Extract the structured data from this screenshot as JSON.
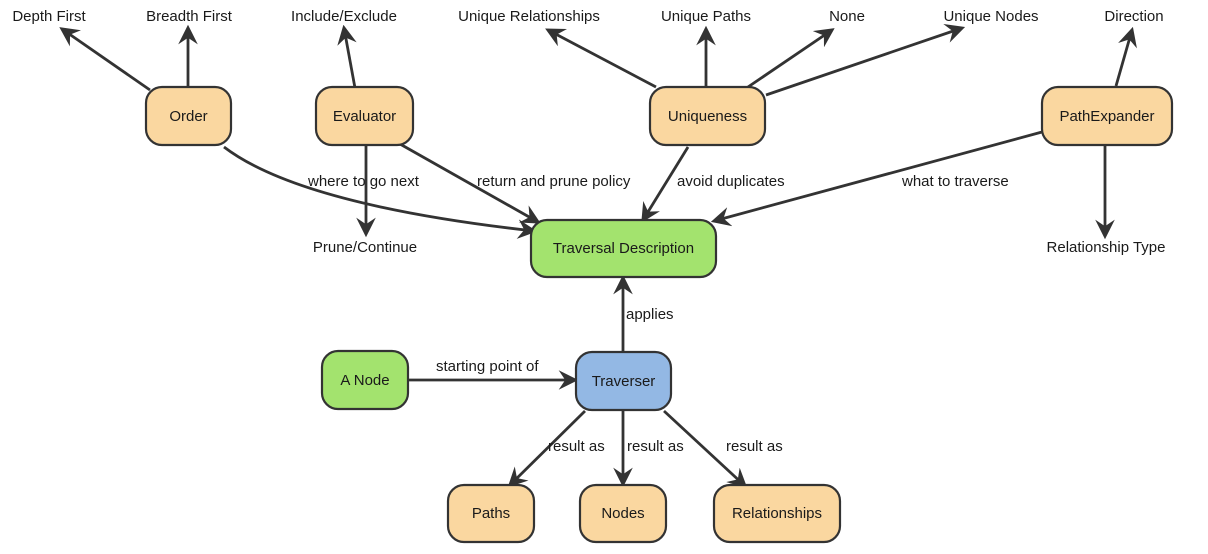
{
  "colors": {
    "orange_node": "#fad7a0",
    "green_node": "#a3e36e",
    "blue_node": "#93b8e4",
    "stroke": "#333333"
  },
  "nodes": {
    "order": "Order",
    "evaluator": "Evaluator",
    "uniqueness": "Uniqueness",
    "path_expander": "PathExpander",
    "traversal_description": "Traversal Description",
    "a_node": "A Node",
    "traverser": "Traverser",
    "paths": "Paths",
    "nodes": "Nodes",
    "relationships": "Relationships"
  },
  "leaves": {
    "depth_first": "Depth First",
    "breadth_first": "Breadth First",
    "include_exclude": "Include/Exclude",
    "unique_relationships": "Unique Relationships",
    "unique_paths": "Unique Paths",
    "none": "None",
    "unique_nodes": "Unique Nodes",
    "direction": "Direction",
    "prune_continue": "Prune/Continue",
    "relationship_type": "Relationship Type"
  },
  "edge_labels": {
    "where_to_go_next": "where to go next",
    "return_and_prune_policy": "return and prune policy",
    "avoid_duplicates": "avoid duplicates",
    "what_to_traverse": "what to traverse",
    "applies": "applies",
    "starting_point_of": "starting point of",
    "result_as_paths": "result as",
    "result_as_nodes": "result as",
    "result_as_relationships": "result as"
  }
}
